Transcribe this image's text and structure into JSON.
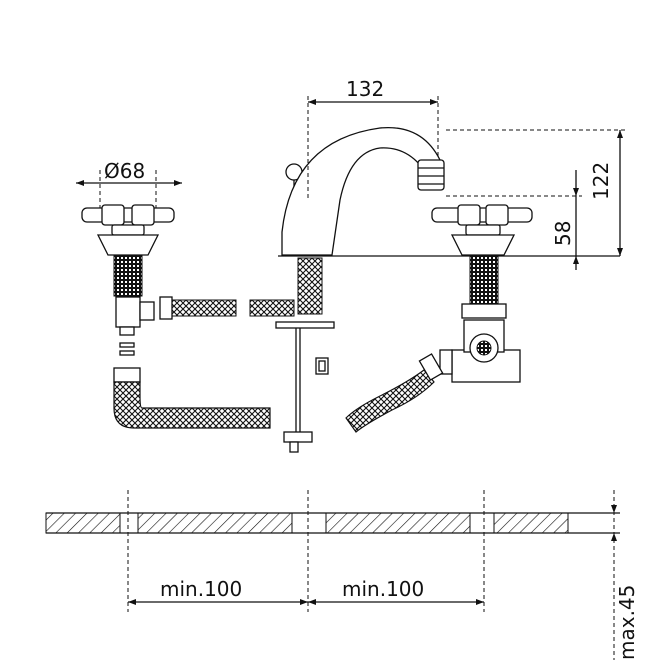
{
  "dimensions": {
    "spout_reach": "132",
    "handle_diameter": "Ø68",
    "height_total": "122",
    "height_handle": "58",
    "min_spacing_left": "min.100",
    "min_spacing_right": "min.100",
    "max_thickness": "max.45"
  },
  "colors": {
    "line": "#111111",
    "background": "#ffffff"
  }
}
